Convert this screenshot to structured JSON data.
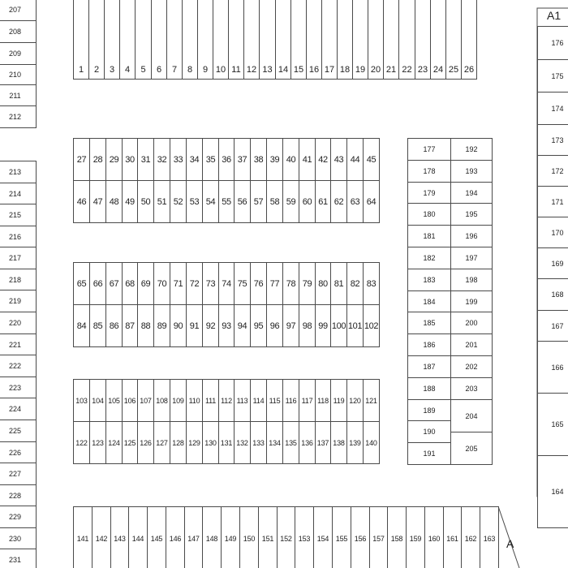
{
  "labels": {
    "zone_a1": "A1",
    "zone_a": "A"
  },
  "colors": {
    "line": "#4a4a4a",
    "background": "#ffffff",
    "text": "#222222"
  },
  "blocks": {
    "top_row": {
      "numbers": [
        1,
        2,
        3,
        4,
        5,
        6,
        7,
        8,
        9,
        10,
        11,
        12,
        13,
        14,
        15,
        16,
        17,
        18,
        19,
        20,
        21,
        22,
        23,
        24,
        25,
        26
      ]
    },
    "block_b": {
      "row1": [
        27,
        28,
        29,
        30,
        31,
        32,
        33,
        34,
        35,
        36,
        37,
        38,
        39,
        40,
        41,
        42,
        43,
        44,
        45
      ],
      "row2": [
        46,
        47,
        48,
        49,
        50,
        51,
        52,
        53,
        54,
        55,
        56,
        57,
        58,
        59,
        60,
        61,
        62,
        63,
        64
      ]
    },
    "block_c": {
      "row1": [
        65,
        66,
        67,
        68,
        69,
        70,
        71,
        72,
        73,
        74,
        75,
        76,
        77,
        78,
        79,
        80,
        81,
        82,
        83
      ],
      "row2": [
        84,
        85,
        86,
        87,
        88,
        89,
        90,
        91,
        92,
        93,
        94,
        95,
        96,
        97,
        98,
        99,
        100,
        101,
        102
      ]
    },
    "block_d": {
      "row1": [
        103,
        104,
        105,
        106,
        107,
        108,
        109,
        110,
        111,
        112,
        113,
        114,
        115,
        116,
        117,
        118,
        119,
        120,
        121
      ],
      "row2": [
        122,
        123,
        124,
        125,
        126,
        127,
        128,
        129,
        130,
        131,
        132,
        133,
        134,
        135,
        136,
        137,
        138,
        139,
        140
      ]
    },
    "bottom_row": {
      "numbers": [
        141,
        142,
        143,
        144,
        145,
        146,
        147,
        148,
        149,
        150,
        151,
        152,
        153,
        154,
        155,
        156,
        157,
        158,
        159,
        160,
        161,
        162,
        163
      ]
    },
    "middle_right": {
      "left_col": [
        177,
        178,
        179,
        180,
        181,
        182,
        183,
        184,
        185,
        186,
        187,
        188,
        189,
        190,
        191
      ],
      "right_col": [
        192,
        193,
        194,
        195,
        196,
        197,
        198,
        199,
        200,
        201,
        202,
        203,
        204,
        205
      ]
    },
    "right_column": {
      "numbers": [
        176,
        175,
        174,
        173,
        172,
        171,
        170,
        169,
        168,
        167,
        166,
        165,
        164
      ]
    },
    "left_column_top": {
      "numbers": [
        207,
        208,
        209,
        210,
        211,
        212
      ]
    },
    "left_column_bottom": {
      "numbers": [
        213,
        214,
        215,
        216,
        217,
        218,
        219,
        220,
        221,
        222,
        223,
        224,
        225,
        226,
        227,
        228,
        229,
        230,
        231
      ]
    }
  }
}
